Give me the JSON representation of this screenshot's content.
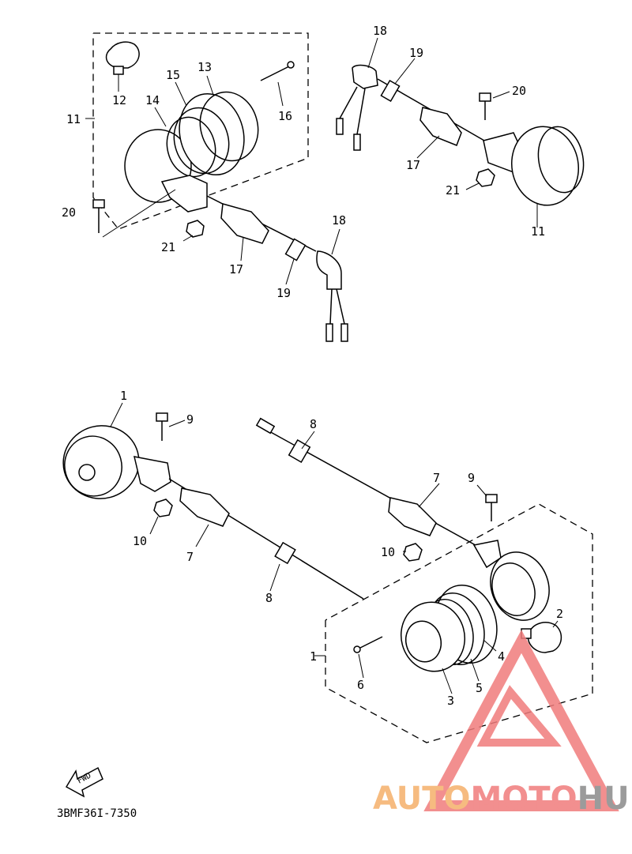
{
  "diagram": {
    "callouts": [
      "1",
      "2",
      "3",
      "4",
      "5",
      "6",
      "7",
      "8",
      "9",
      "10",
      "11",
      "12",
      "13",
      "14",
      "15",
      "16",
      "17",
      "18",
      "19",
      "20",
      "21"
    ],
    "fwd_label": "FWD",
    "part_code": "3BMF36I-7350"
  },
  "watermark": {
    "part_auto": "AUTO",
    "part_moto": "MOTO",
    "part_hub": "HUB",
    "color_auto": "#f5b06a",
    "color_moto": "#f07c7c",
    "color_hub": "#8a8a8a",
    "triangle_color": "#f07c7c"
  }
}
